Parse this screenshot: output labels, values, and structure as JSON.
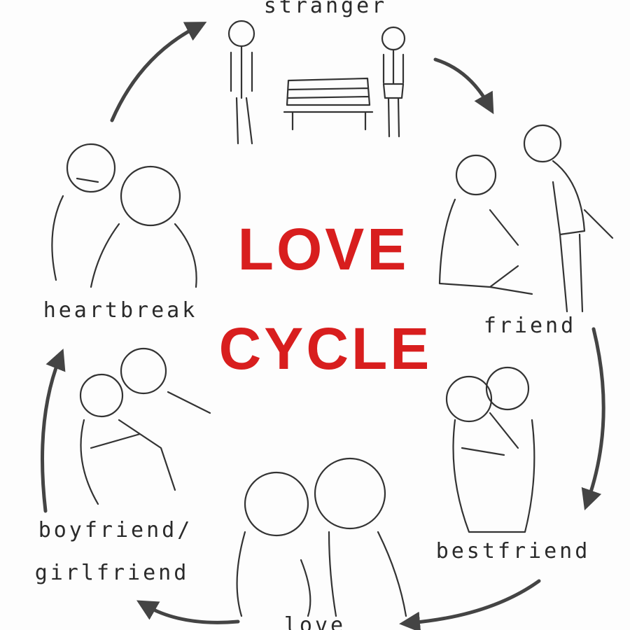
{
  "title": {
    "line1": "LOVE",
    "line2": "CYCLE",
    "color": "#d81e1e"
  },
  "stages": [
    {
      "id": "stranger",
      "label": "stranger"
    },
    {
      "id": "friend",
      "label": "friend"
    },
    {
      "id": "bestfriend",
      "label": "bestfriend"
    },
    {
      "id": "love",
      "label": "love"
    },
    {
      "id": "boyfriend-girlfriend",
      "label_line1": "boyfriend/",
      "label_line2": "girlfriend"
    },
    {
      "id": "heartbreak",
      "label": "heartbreak"
    }
  ]
}
